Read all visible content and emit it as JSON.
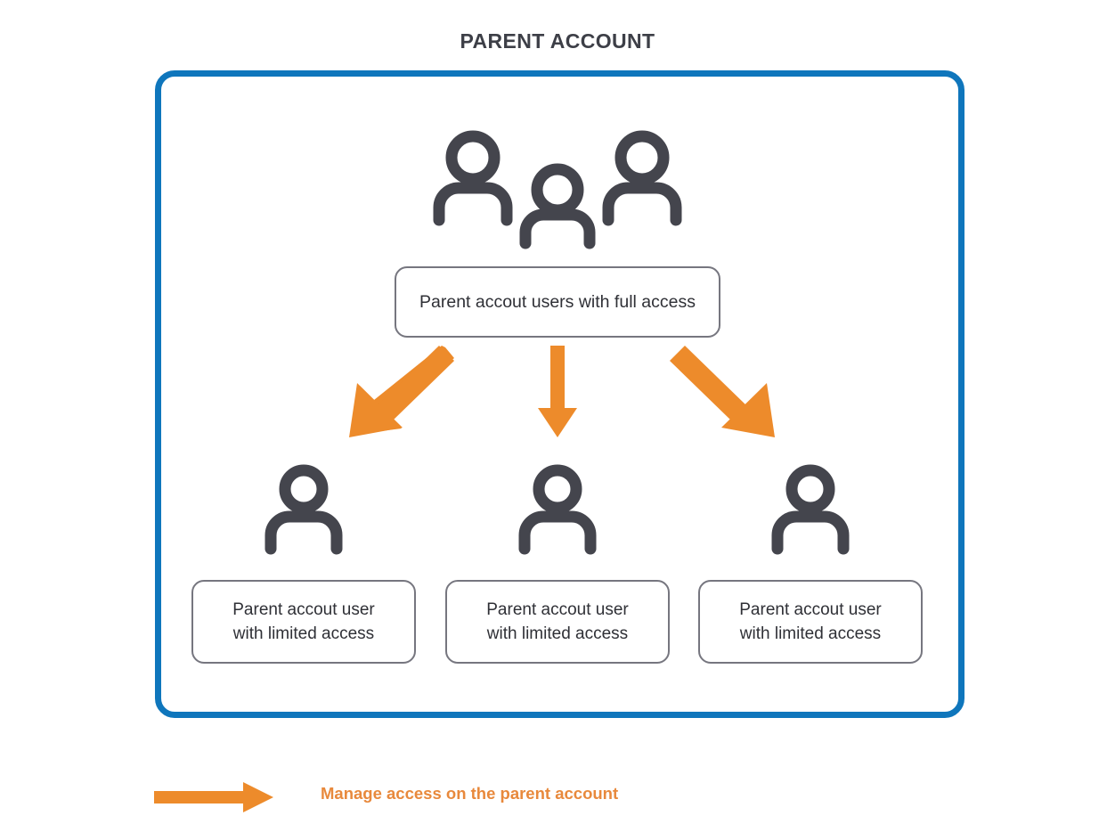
{
  "page": {
    "title": "PARENT ACCOUNT",
    "background_color": "#ffffff"
  },
  "colors": {
    "container_border": "#0f76bc",
    "box_border": "#76767f",
    "icon": "#44454d",
    "arrow": "#ed8b2b",
    "legend_text": "#e8893c",
    "title_text": "#3d3f47",
    "box_text": "#2f3036"
  },
  "container": {
    "name": "parent-account-container",
    "icons": {
      "group": "users-group-icon",
      "person": "person-icon"
    },
    "parent_node": {
      "icon": "users-group-icon",
      "label": "Parent accout users with full access"
    },
    "arrows": [
      {
        "name": "arrow-to-child-1",
        "direction": "down-left",
        "icon": "arrow-down-left-icon"
      },
      {
        "name": "arrow-to-child-2",
        "direction": "down",
        "icon": "arrow-down-icon"
      },
      {
        "name": "arrow-to-child-3",
        "direction": "down-right",
        "icon": "arrow-down-right-icon"
      }
    ],
    "child_nodes": [
      {
        "icon": "person-icon",
        "label_line1": "Parent accout user",
        "label_line2": "with limited access"
      },
      {
        "icon": "person-icon",
        "label_line1": "Parent accout user",
        "label_line2": "with limited access"
      },
      {
        "icon": "person-icon",
        "label_line1": "Parent accout user",
        "label_line2": "with limited access"
      }
    ]
  },
  "legend": {
    "arrow_icon": "arrow-right-icon",
    "label": "Manage access on the parent account"
  }
}
